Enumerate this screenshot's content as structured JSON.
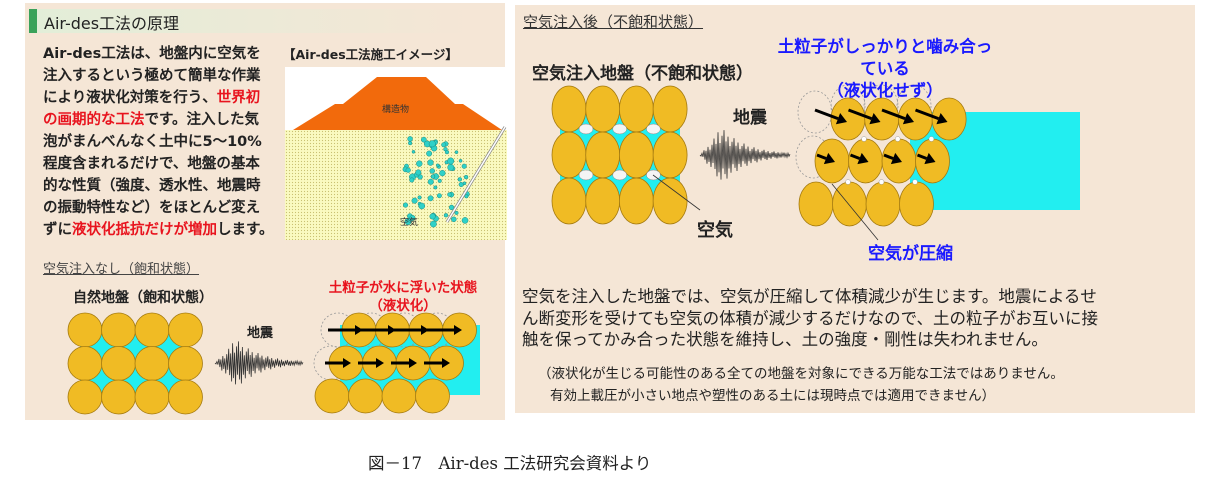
{
  "left": {
    "header": "Air-des工法の原理",
    "intro_lines": [
      [
        {
          "t": "Air-des工法は、地盤内に空気を"
        }
      ],
      [
        {
          "t": "注入するという極めて簡単な作業"
        }
      ],
      [
        {
          "t": "により液状化対策を行う、"
        },
        {
          "t": "世界初",
          "red": true
        }
      ],
      [
        {
          "t": "の画期的な工法",
          "red": true
        },
        {
          "t": "です。注入した気"
        }
      ],
      [
        {
          "t": "泡がまんべんなく土中に5～10%"
        }
      ],
      [
        {
          "t": "程度含まれるだけで、地盤の基本"
        }
      ],
      [
        {
          "t": "的な性質（強度、透水性、地震時"
        }
      ],
      [
        {
          "t": "の振動特性など）をほとんど変え"
        }
      ],
      [
        {
          "t": "ずに"
        },
        {
          "t": "液状化抵抗だけが増加",
          "red": true
        },
        {
          "t": "します。"
        }
      ]
    ],
    "image_title": "【Air-des工法施工イメージ】",
    "structure_label": "構造物",
    "air_label": "空気",
    "subheading": "空気注入なし（飽和状態）",
    "natural_label": "自然地盤（飽和状態）",
    "quake_label": "地震",
    "result_label_1": "土粒子が水に浮いた状態",
    "result_label_2": "（液状化）"
  },
  "right": {
    "subheading": "空気注入後（不飽和状態）",
    "ground_label": "空気注入地盤（不飽和状態）",
    "quake_label": "地震",
    "air_label": "空気",
    "result_label_1": "土粒子がしっかりと噛み合っている",
    "result_label_2": "（液状化せず）",
    "compressed_label": "空気が圧縮",
    "body_lines": [
      "空気を注入した地盤では、空気が圧縮して体積減少が生じます。地震によるせ",
      "ん断変形を受けても空気の体積が減少するだけなので、土の粒子がお互いに接",
      "触を保ってかみ合った状態を維持し、土の強度・剛性は失われません。"
    ],
    "note_lines": [
      "（液状化が生じる可能性のある全ての地盤を対象にできる万能な工法ではありません。",
      "有効上載圧が小さい地点や塑性のある土には現時点では適用できません）"
    ]
  },
  "caption": "図－17　Air-des 工法研究会資料より",
  "colors": {
    "panel": "#f5e6d6",
    "grain": "#f0bb24",
    "water": "#22eef0",
    "accent_red": "#e8141e",
    "accent_blue": "#1a1aff",
    "structure": "#f26a0c",
    "header_green": "#3aa25a"
  }
}
